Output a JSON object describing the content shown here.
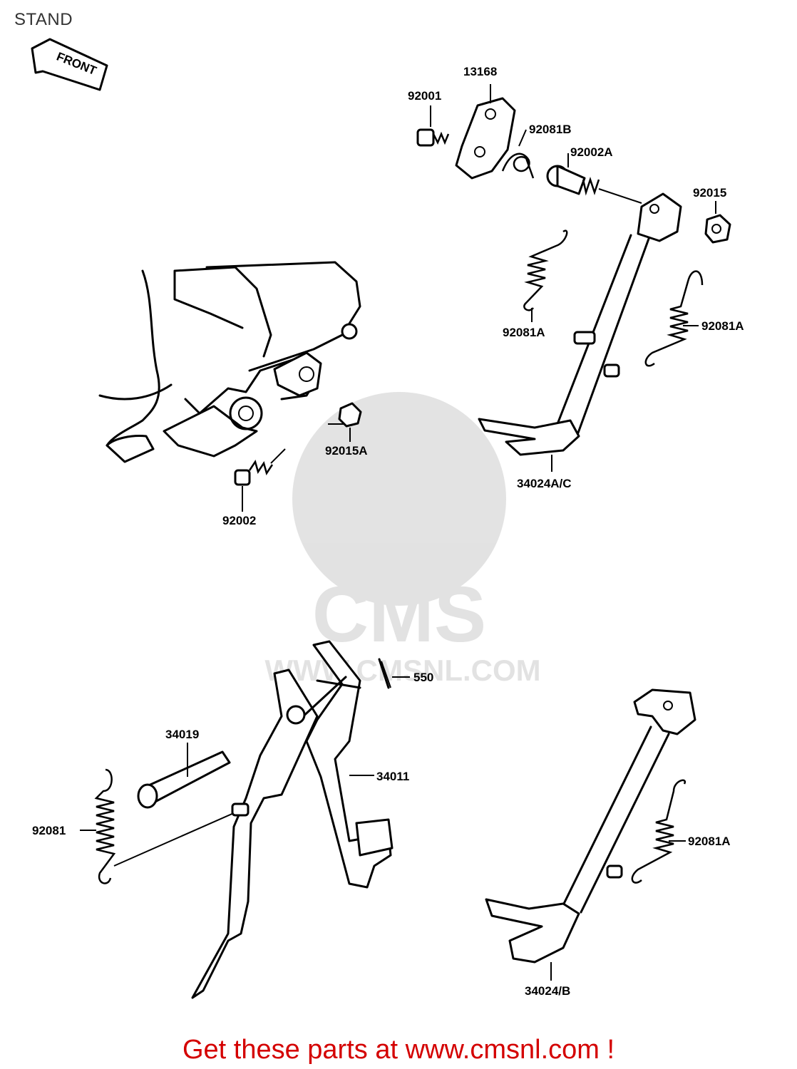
{
  "page_title": "STAND",
  "front_label": "FRONT",
  "watermark": {
    "text": "CMS",
    "url": "WWW.CMSNL.COM"
  },
  "part_labels": {
    "p13168": "13168",
    "p92001": "92001",
    "p92081B": "92081B",
    "p92002A": "92002A",
    "p92015": "92015",
    "p92081A_upper_left": "92081A",
    "p92081A_upper_right": "92081A",
    "p34024AC": "34024A/C",
    "p92015A": "92015A",
    "p92002": "92002",
    "p550": "550",
    "p34019": "34019",
    "p34011": "34011",
    "p92081": "92081",
    "p92081A_lower": "92081A",
    "p34024B": "34024/B"
  },
  "footer": {
    "text": "Get these parts at www.cmsnl.com !"
  },
  "colors": {
    "footer_text": "#d40000",
    "line_art": "#000000",
    "watermark": "#e6e6e6"
  }
}
